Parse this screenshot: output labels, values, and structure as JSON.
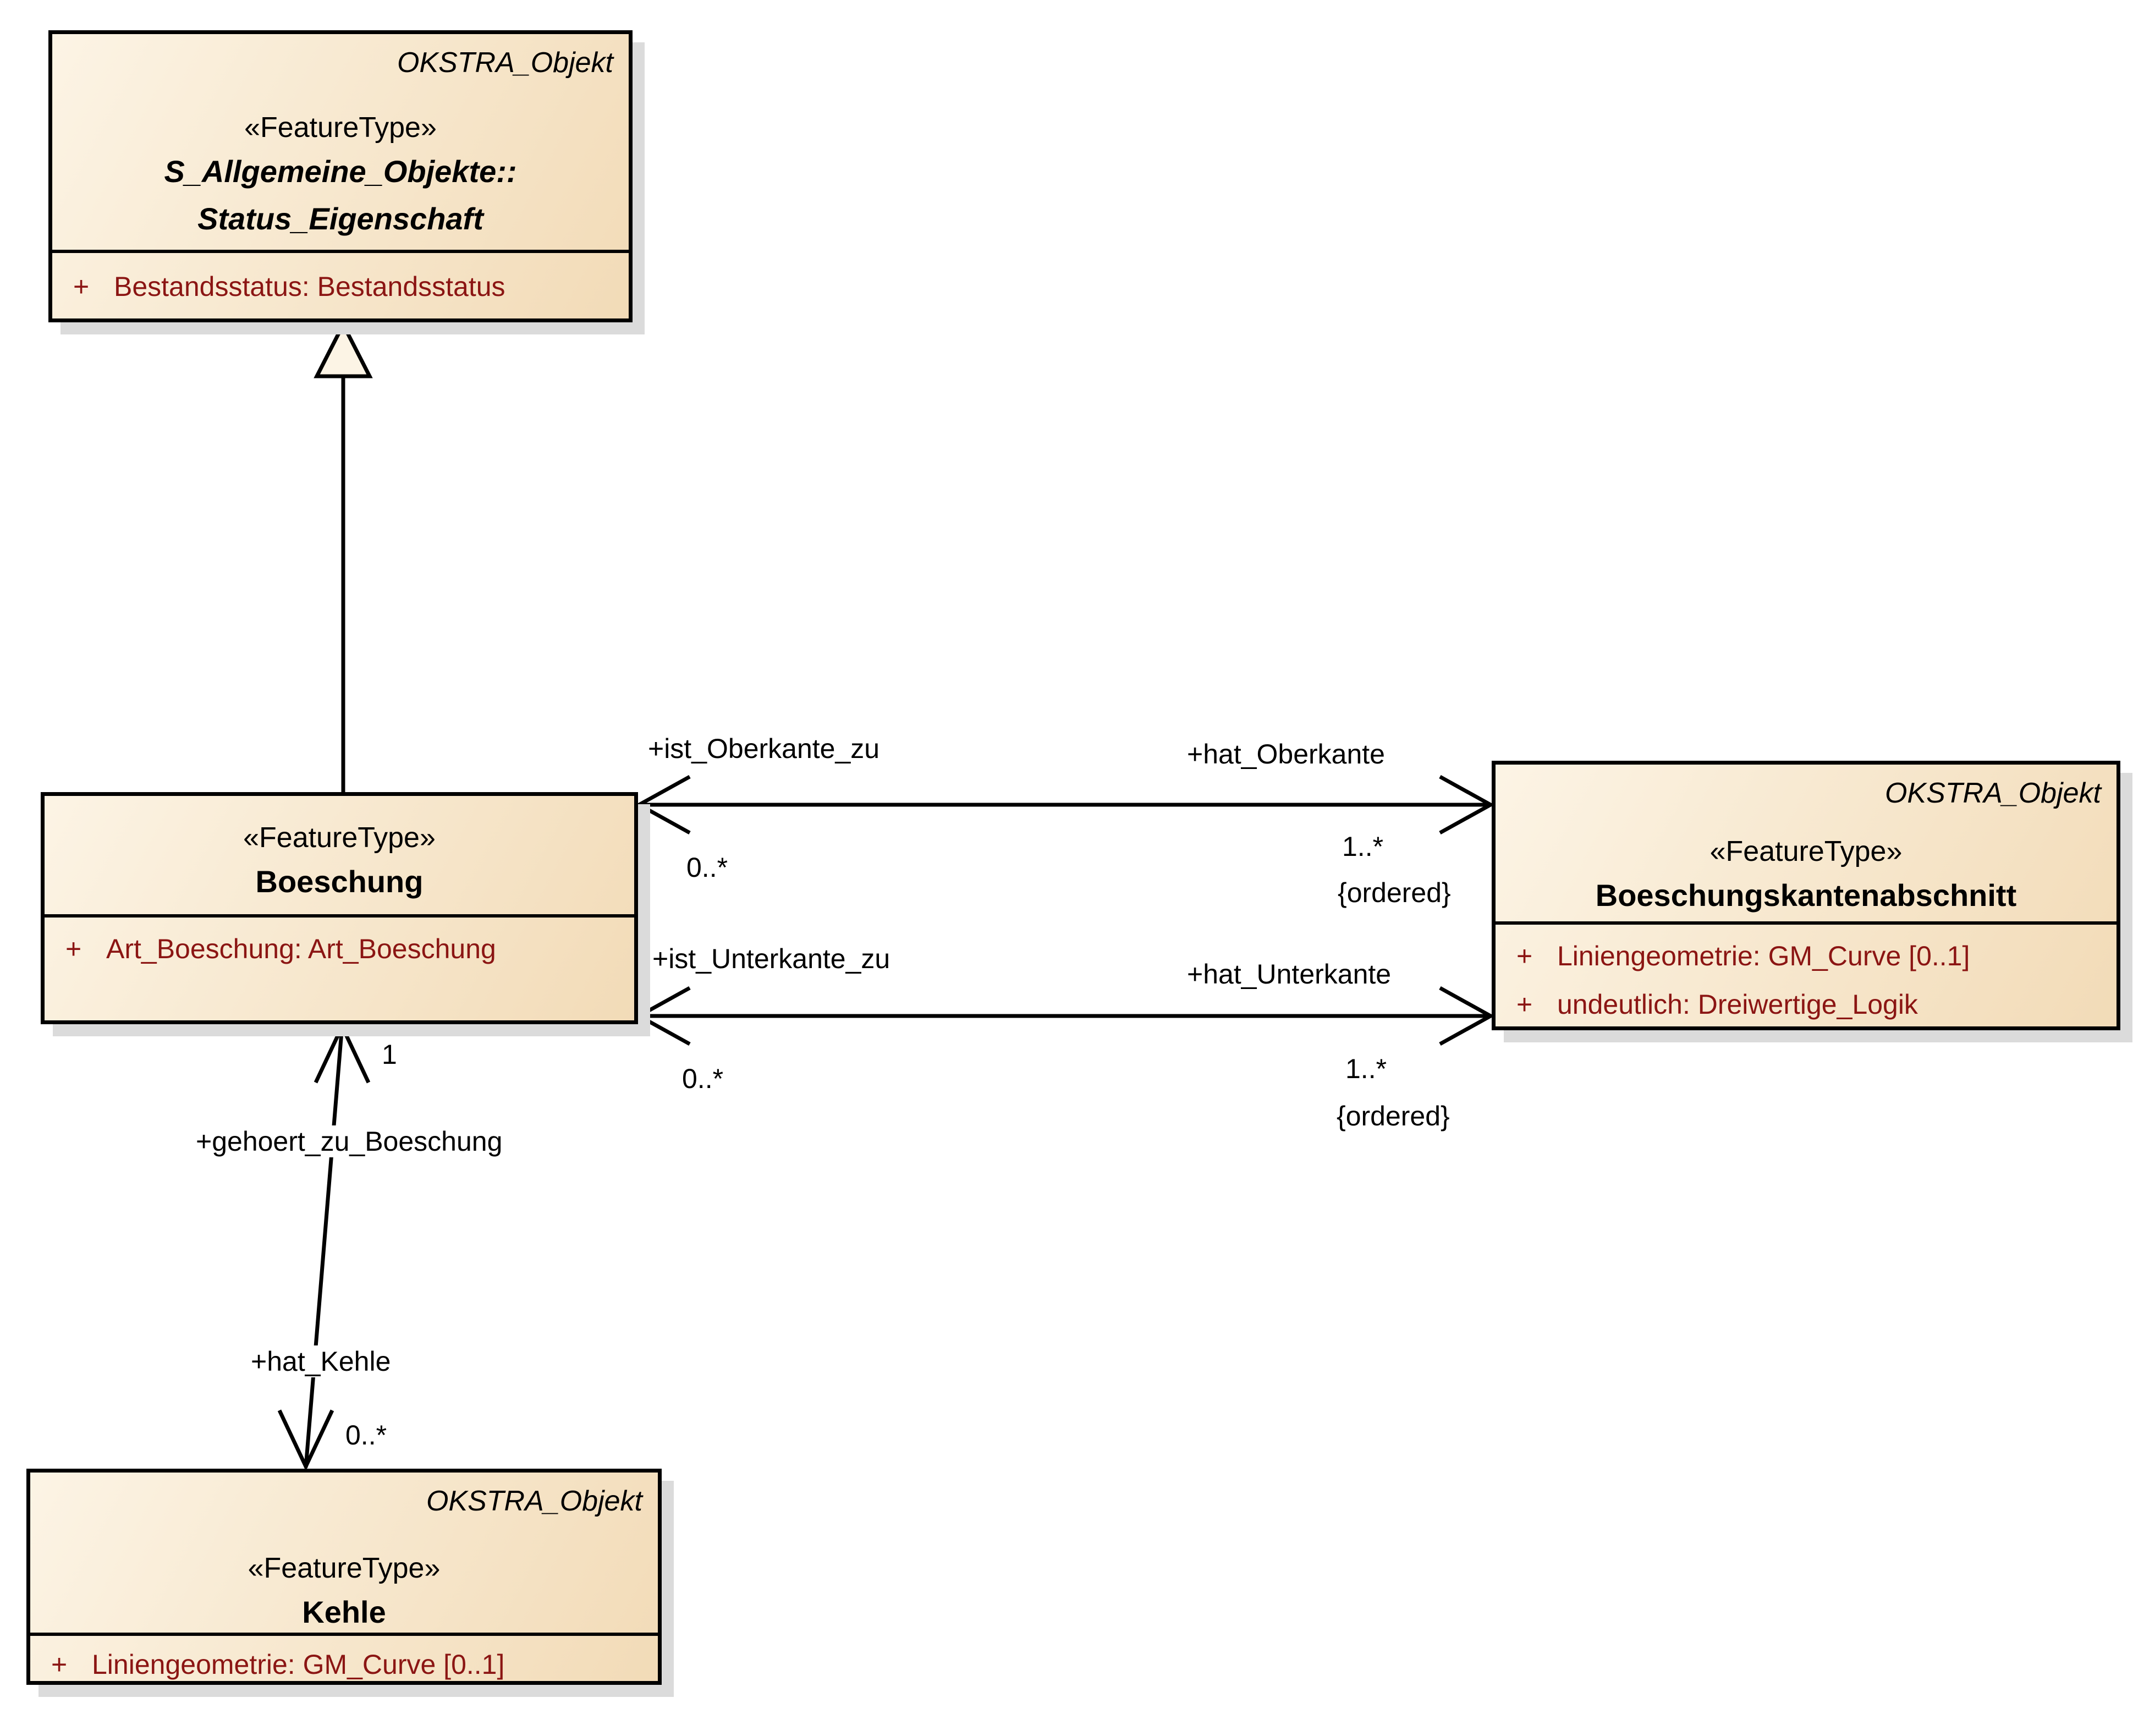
{
  "colors": {
    "box_fill_light": "#fcf4e5",
    "box_fill_dark": "#f2dbb7",
    "box_border": "#000000",
    "attr_text": "#8b1513",
    "shadow": "#dbdbdb",
    "line": "#000000"
  },
  "classes": {
    "status": {
      "tag": "OKSTRA_Objekt",
      "stereotype": "«FeatureType»",
      "name_line1": "S_Allgemeine_Objekte::",
      "name_line2": "Status_Eigenschaft",
      "attr1_vis": "+",
      "attr1_text": "Bestandsstatus: Bestandsstatus"
    },
    "boeschung": {
      "stereotype": "«FeatureType»",
      "name_line1": "Boeschung",
      "attr1_vis": "+",
      "attr1_text": "Art_Boeschung: Art_Boeschung"
    },
    "kantenabschnitt": {
      "tag": "OKSTRA_Objekt",
      "stereotype": "«FeatureType»",
      "name_line1": "Boeschungskantenabschnitt",
      "attr1_vis": "+",
      "attr1_text": "Liniengeometrie: GM_Curve [0..1]",
      "attr2_vis": "+",
      "attr2_text": "undeutlich: Dreiwertige_Logik"
    },
    "kehle": {
      "tag": "OKSTRA_Objekt",
      "stereotype": "«FeatureType»",
      "name_line1": "Kehle",
      "attr1_vis": "+",
      "attr1_text": "Liniengeometrie: GM_Curve [0..1]"
    }
  },
  "associations": {
    "oberkante": {
      "left_role": "+ist_Oberkante_zu",
      "left_mult": "0..*",
      "right_role": "+hat_Oberkante",
      "right_mult": "1..*",
      "right_constraint": "{ordered}"
    },
    "unterkante": {
      "left_role": "+ist_Unterkante_zu",
      "left_mult": "0..*",
      "right_role": "+hat_Unterkante",
      "right_mult": "1..*",
      "right_constraint": "{ordered}"
    },
    "kehle_boeschung": {
      "top_mult": "1",
      "top_role": "+gehoert_zu_Boeschung",
      "bottom_role": "+hat_Kehle",
      "bottom_mult": "0..*"
    }
  }
}
